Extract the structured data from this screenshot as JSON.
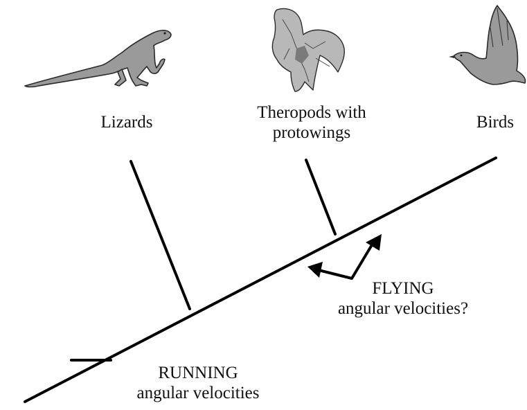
{
  "taxa": [
    {
      "id": "lizards",
      "label_lines": [
        "Lizards"
      ],
      "icon": "lizard-icon"
    },
    {
      "id": "theropods",
      "label_lines": [
        "Theropods with",
        "protowings"
      ],
      "icon": "theropod-fossil-icon"
    },
    {
      "id": "birds",
      "label_lines": [
        "Birds"
      ],
      "icon": "bird-icon"
    }
  ],
  "annotations": {
    "flying": [
      "FLYING",
      "angular velocities?"
    ],
    "running": [
      "RUNNING",
      "angular velocities"
    ]
  },
  "colors": {
    "line": "#000000",
    "silhouette_fill": "#9a9a9a",
    "silhouette_stroke": "#2a2a2a",
    "text": "#111111"
  }
}
